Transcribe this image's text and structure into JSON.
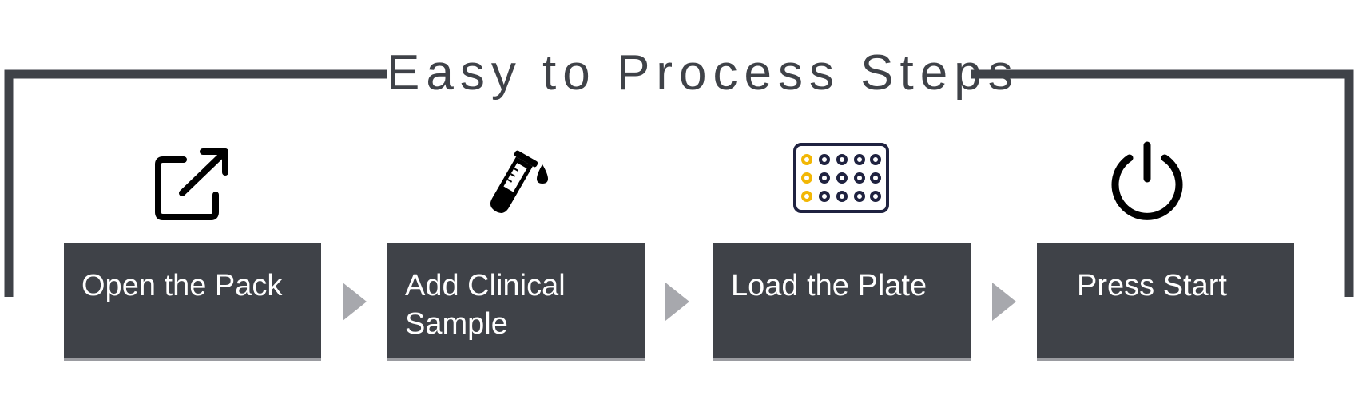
{
  "title": "Easy to Process Steps",
  "steps": [
    {
      "label": "Open the Pack",
      "icon": "external-link-icon"
    },
    {
      "label": "Add Clinical Sample",
      "icon": "test-tube-drop-icon"
    },
    {
      "label": "Load the Plate",
      "icon": "well-plate-icon"
    },
    {
      "label": "Press Start",
      "icon": "power-icon"
    }
  ],
  "colors": {
    "box": "#3f4248",
    "frame": "#3f4248",
    "arrow": "#a7a8ad",
    "plate_accent": "#f2b705",
    "plate_outline": "#1f2240",
    "text": "#ffffff"
  }
}
